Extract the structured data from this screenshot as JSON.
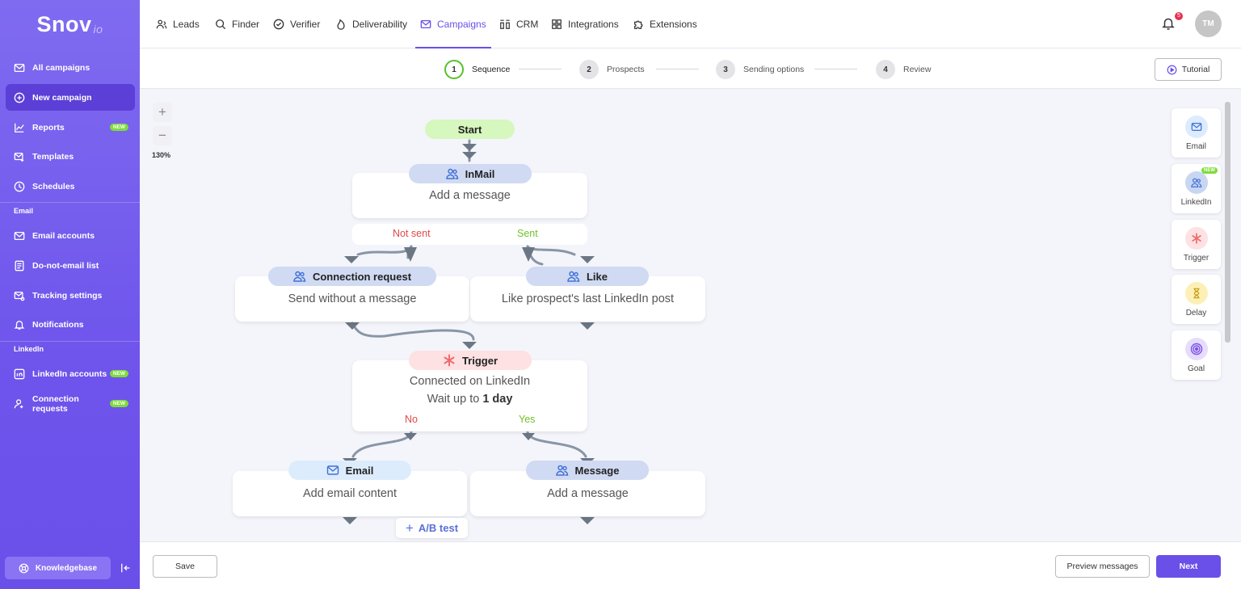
{
  "sidebar": {
    "logo_text": "Snov",
    "logo_suffix": "io",
    "items": [
      {
        "label": "All campaigns",
        "icon": "mail-icon"
      },
      {
        "label": "New campaign",
        "icon": "plus-circle-icon"
      },
      {
        "label": "Reports",
        "icon": "chart-icon",
        "badge": "NEW"
      },
      {
        "label": "Templates",
        "icon": "template-icon"
      },
      {
        "label": "Schedules",
        "icon": "clock-icon"
      }
    ],
    "section_email": "Email",
    "email_items": [
      {
        "label": "Email accounts",
        "icon": "mail-icon"
      },
      {
        "label": "Do-not-email list",
        "icon": "list-icon"
      },
      {
        "label": "Tracking settings",
        "icon": "tracking-icon"
      },
      {
        "label": "Notifications",
        "icon": "bell-icon"
      }
    ],
    "section_linkedin": "LinkedIn",
    "linkedin_items": [
      {
        "label": "LinkedIn accounts",
        "icon": "linkedin-icon",
        "badge": "NEW"
      },
      {
        "label": "Connection requests",
        "icon": "user-add-icon",
        "badge": "NEW"
      }
    ],
    "knowledgebase": "Knowledgebase"
  },
  "topnav": {
    "items": [
      "Leads",
      "Finder",
      "Verifier",
      "Deliverability",
      "Campaigns",
      "CRM",
      "Integrations",
      "Extensions"
    ],
    "active": "Campaigns",
    "notifications_count": "5",
    "avatar": "TM"
  },
  "steps": [
    {
      "num": "1",
      "label": "Sequence"
    },
    {
      "num": "2",
      "label": "Prospects"
    },
    {
      "num": "3",
      "label": "Sending options"
    },
    {
      "num": "4",
      "label": "Review"
    }
  ],
  "tutorial_label": "Tutorial",
  "zoom": {
    "plus": "+",
    "minus": "−",
    "level": "130%"
  },
  "flow": {
    "start": "Start",
    "inmail": {
      "title": "InMail",
      "body": "Add a message"
    },
    "inmail_branches": {
      "no": "Not sent",
      "yes": "Sent"
    },
    "connection": {
      "title": "Connection request",
      "body": "Send without a message"
    },
    "like": {
      "title": "Like",
      "body": "Like prospect's last LinkedIn post"
    },
    "trigger": {
      "title": "Trigger",
      "line1": "Connected on LinkedIn",
      "wait_prefix": "Wait up to ",
      "wait_value": "1 day"
    },
    "trigger_branches": {
      "no": "No",
      "yes": "Yes"
    },
    "email": {
      "title": "Email",
      "body": "Add email content"
    },
    "message": {
      "title": "Message",
      "body": "Add a message"
    },
    "ab_test": "A/B test"
  },
  "palette": [
    {
      "label": "Email",
      "icon": "mail-icon",
      "color": "#dcecfd"
    },
    {
      "label": "LinkedIn",
      "icon": "linkedin-people-icon",
      "color": "#d0daf2",
      "badge": "NEW"
    },
    {
      "label": "Trigger",
      "icon": "asterisk-icon",
      "color": "#fde1e3"
    },
    {
      "label": "Delay",
      "icon": "hourglass-icon",
      "color": "#fdf0b6"
    },
    {
      "label": "Goal",
      "icon": "target-icon",
      "color": "#e6dcfb"
    }
  ],
  "footer": {
    "save": "Save",
    "preview": "Preview messages",
    "next": "Next"
  },
  "colors": {
    "accent": "#6a4fe9",
    "success": "#72c12a",
    "danger": "#e14848"
  }
}
